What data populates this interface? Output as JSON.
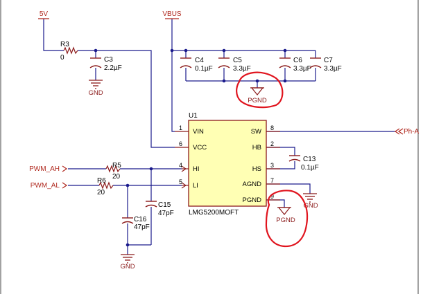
{
  "nets": {
    "v5": "5V",
    "vbus": "VBUS",
    "pwm_ah": "PWM_AH",
    "pwm_al": "PWM_AL",
    "ph_a": "Ph-A",
    "pgnd_1": "PGND",
    "pgnd_2": "PGND",
    "gnd_c3": "GND",
    "gnd_agnd": "GND",
    "gnd_c16": "GND"
  },
  "components": {
    "r3": {
      "ref": "R3",
      "value": "0"
    },
    "r5": {
      "ref": "R5",
      "value": "20"
    },
    "r6": {
      "ref": "R6",
      "value": "20"
    },
    "c3": {
      "ref": "C3",
      "value": "2.2µF"
    },
    "c4": {
      "ref": "C4",
      "value": "0.1µF"
    },
    "c5": {
      "ref": "C5",
      "value": "3.3µF"
    },
    "c6": {
      "ref": "C6",
      "value": "3.3µF"
    },
    "c7": {
      "ref": "C7",
      "value": "3.3µF"
    },
    "c13": {
      "ref": "C13",
      "value": "0.1µF"
    },
    "c15": {
      "ref": "C15",
      "value": "47pF"
    },
    "c16": {
      "ref": "C16",
      "value": "47pF"
    }
  },
  "ic": {
    "ref": "U1",
    "part": "LMG5200MOFT",
    "pins": {
      "vin": {
        "num": "1",
        "name": "VIN"
      },
      "vcc": {
        "num": "6",
        "name": "VCC"
      },
      "hi": {
        "num": "4",
        "name": "HI"
      },
      "li": {
        "num": "5",
        "name": "LI"
      },
      "sw": {
        "num": "8",
        "name": "SW"
      },
      "hb": {
        "num": "2",
        "name": "HB"
      },
      "hs": {
        "num": "3",
        "name": "HS"
      },
      "agnd": {
        "num": "7",
        "name": "AGND"
      },
      "pgnd": {
        "num": "9",
        "name": "PGND"
      }
    }
  },
  "colors": {
    "wire": "#1a1a8c",
    "power_label": "#b0281e",
    "component": "#8b1a1a",
    "ic_fill": "#ffffb4",
    "highlight": "#e0141e",
    "text": "#000000"
  }
}
